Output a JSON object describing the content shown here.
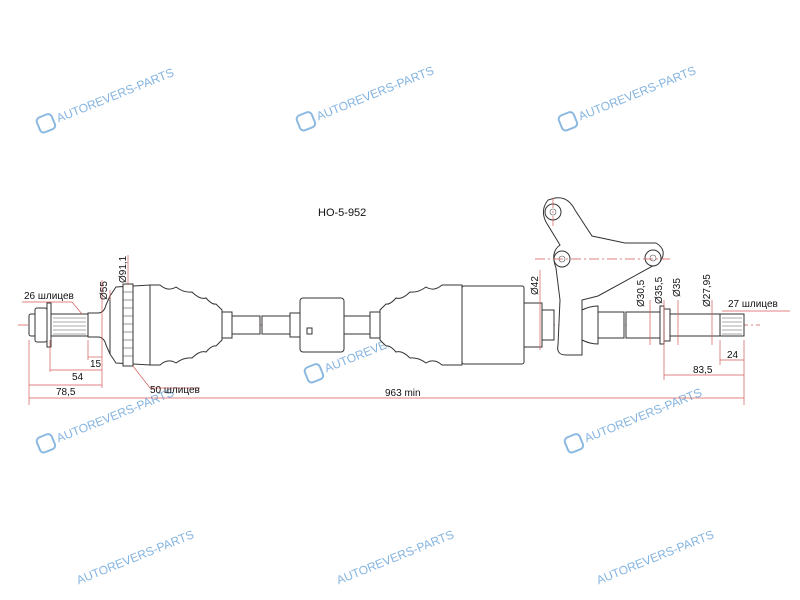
{
  "part_number": "HO-5-952",
  "watermark": "AUTOREVERS-PARTS",
  "labels": {
    "left_splines": "26 шлицев",
    "abs_splines": "50 шлицев",
    "right_splines": "27 шлицев",
    "d55": "Ø55",
    "d91": "Ø91,1",
    "d42": "Ø42",
    "d30_5": "Ø30,5",
    "d35_5": "Ø35,5",
    "d35": "Ø35",
    "d27_95": "Ø27,95",
    "l15": "15",
    "l54": "54",
    "l78_5": "78,5",
    "l24": "24",
    "l83_5": "83,5",
    "total": "963 min"
  },
  "colors": {
    "dimension": "#d65a5a",
    "watermark": "#5b9bd5"
  }
}
